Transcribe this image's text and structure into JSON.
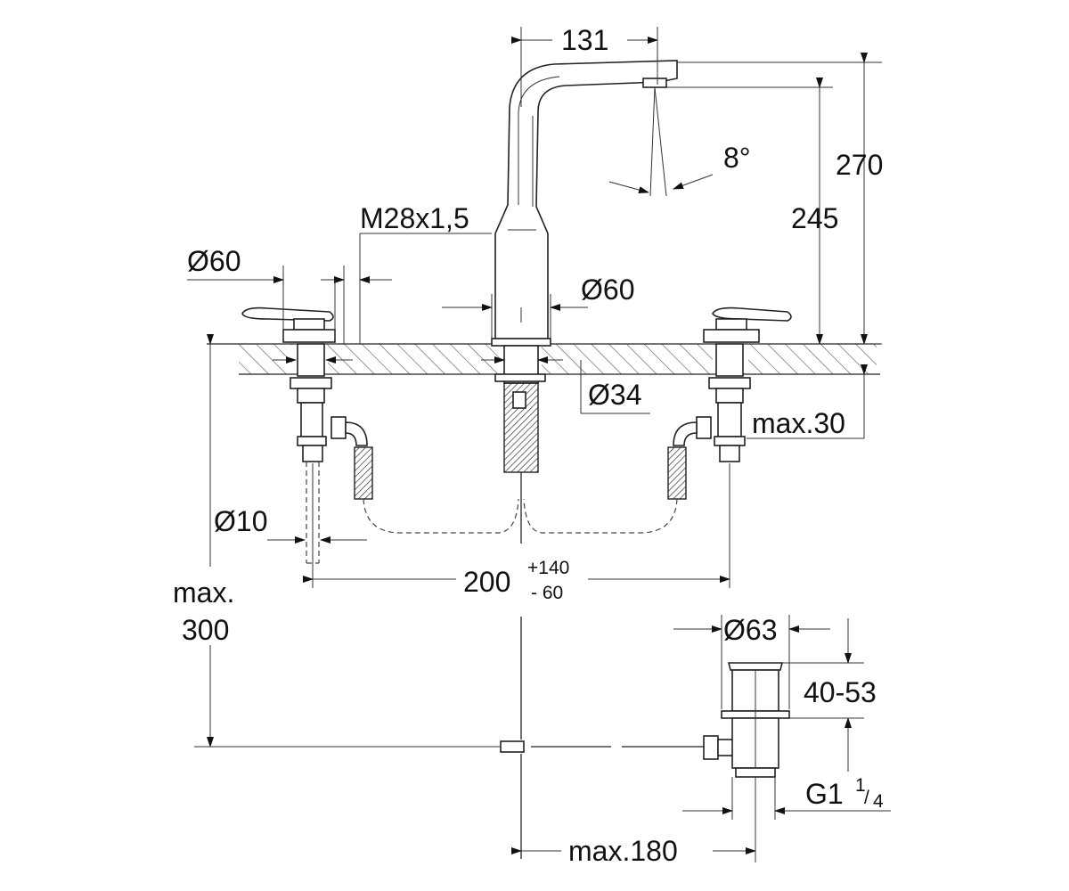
{
  "labels": {
    "spout_reach": "131",
    "total_height": "270",
    "spout_height": "245",
    "angle": "8°",
    "thread": "M28x1,5",
    "handle_diameter": "Ø60",
    "body_diameter": "Ø60",
    "hole_diameter": "Ø34",
    "max_thickness": "max.30",
    "hose_diameter": "Ø10",
    "spread": "200",
    "spread_tol_upper": "+140",
    "spread_tol_lower": "- 60",
    "max_depth_line1": "max.",
    "max_depth_line2": "300",
    "drain_diameter": "Ø63",
    "drain_range": "40-53",
    "drain_thread_prefix": "G1",
    "drain_thread_num": "1",
    "drain_thread_den": "4",
    "max_reach_rod": "max.180"
  },
  "colors": {
    "line": "#222222",
    "hatch": "#555555",
    "background": "#ffffff"
  }
}
